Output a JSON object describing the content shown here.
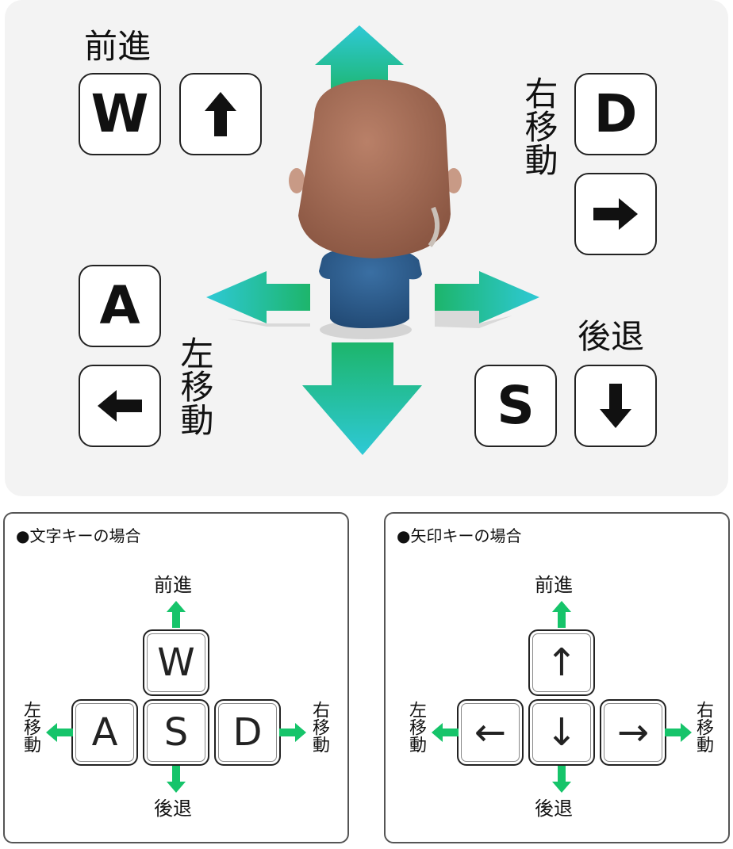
{
  "top": {
    "forward_label": "前進",
    "right_label": "右移動",
    "left_label": "左移動",
    "back_label": "後退",
    "keys": {
      "w": "W",
      "a": "A",
      "s": "S",
      "d": "D"
    }
  },
  "letter_box": {
    "title": "●文字キーの場合",
    "forward": "前進",
    "back": "後退",
    "left": "左移動",
    "right": "右移動",
    "keys": {
      "w": "W",
      "a": "A",
      "s": "S",
      "d": "D"
    }
  },
  "arrow_box": {
    "title": "●矢印キーの場合",
    "forward": "前進",
    "back": "後退",
    "left": "左移動",
    "right": "右移動",
    "keys": {
      "up": "↑",
      "left": "←",
      "down": "↓",
      "right": "→"
    }
  },
  "colors": {
    "arrow_gradient_start": "#1db56b",
    "arrow_gradient_end": "#2ec9d6",
    "small_arrow": "#16c46a",
    "head": "#a9705a",
    "shirt": "#2c5d8f"
  },
  "icons": [
    "up-arrow-icon",
    "right-arrow-icon",
    "left-arrow-icon",
    "down-arrow-icon",
    "avatar"
  ]
}
